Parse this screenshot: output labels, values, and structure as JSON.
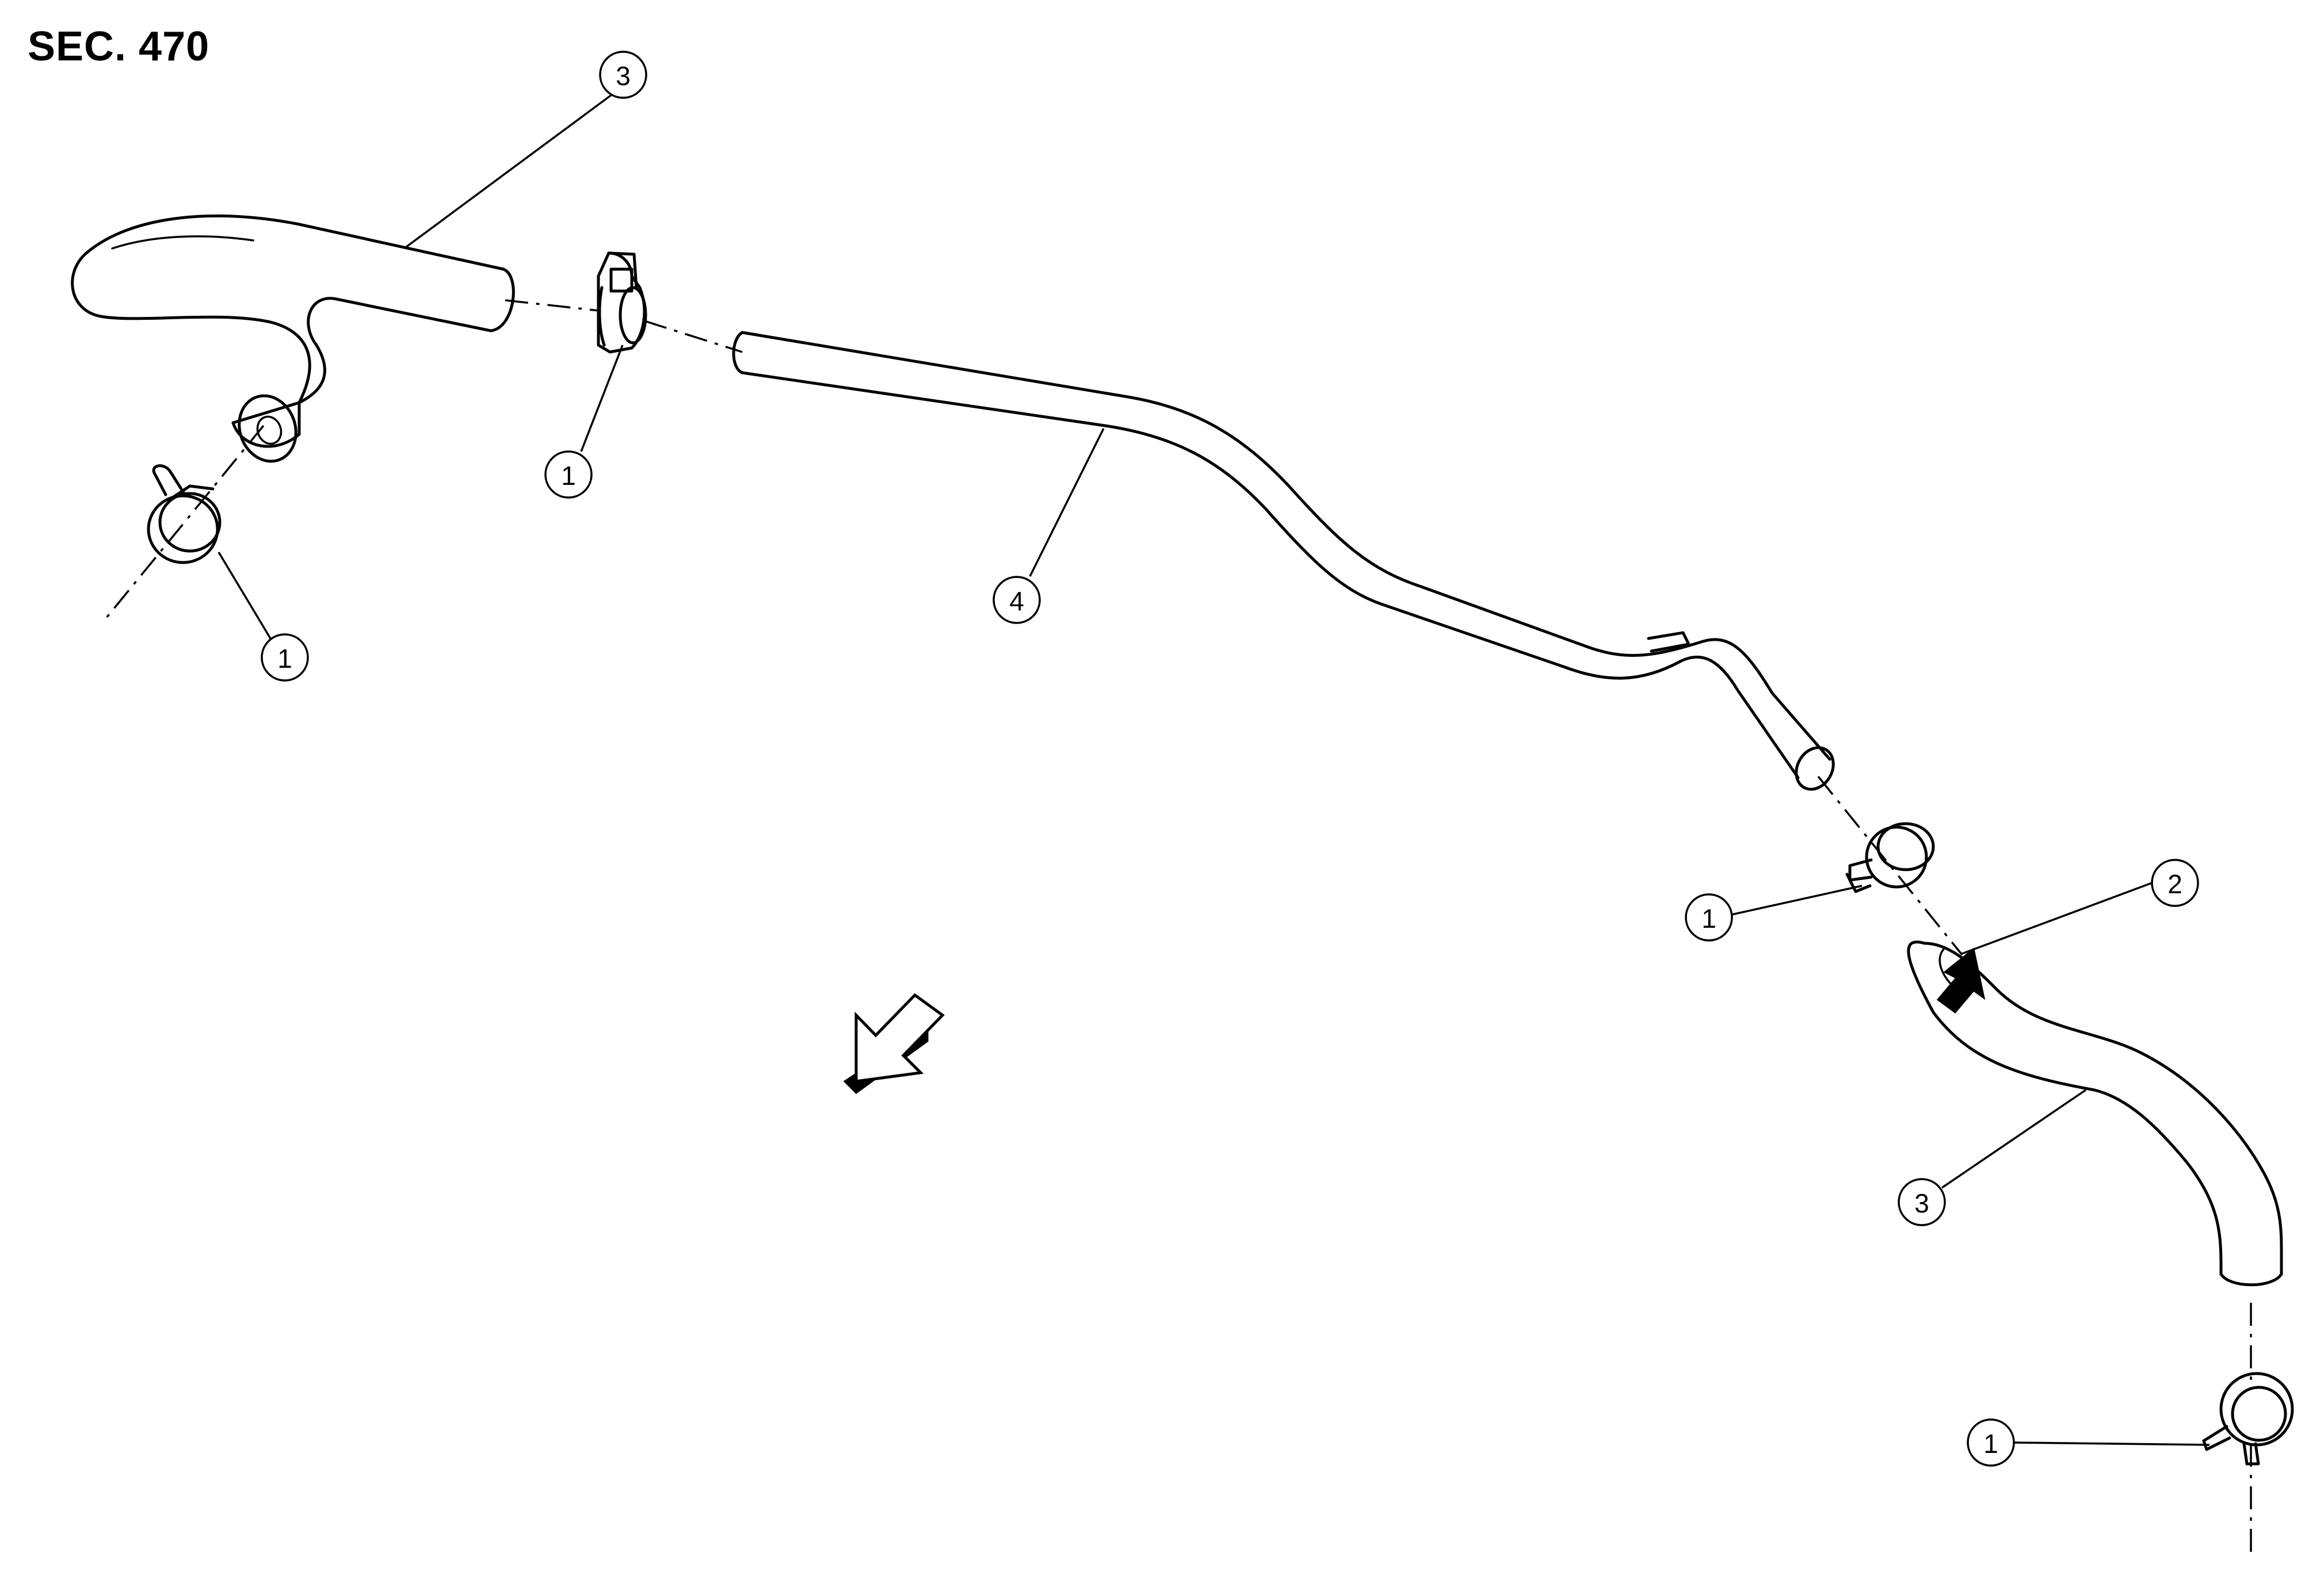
{
  "title": "SEC. 470",
  "callouts": {
    "c1_left_clamp": "1",
    "c1_connector": "1",
    "c1_mid_clamp": "1",
    "c1_bottom_clamp": "1",
    "c2_mark": "2",
    "c3_top_hose": "3",
    "c3_bottom_hose": "3",
    "c4_main_hose": "4"
  },
  "colors": {
    "line": "#000000",
    "background": "#ffffff"
  },
  "symbols": {
    "front_direction": "outline-arrow-icon",
    "paint_mark": "solid-arrow-icon"
  }
}
